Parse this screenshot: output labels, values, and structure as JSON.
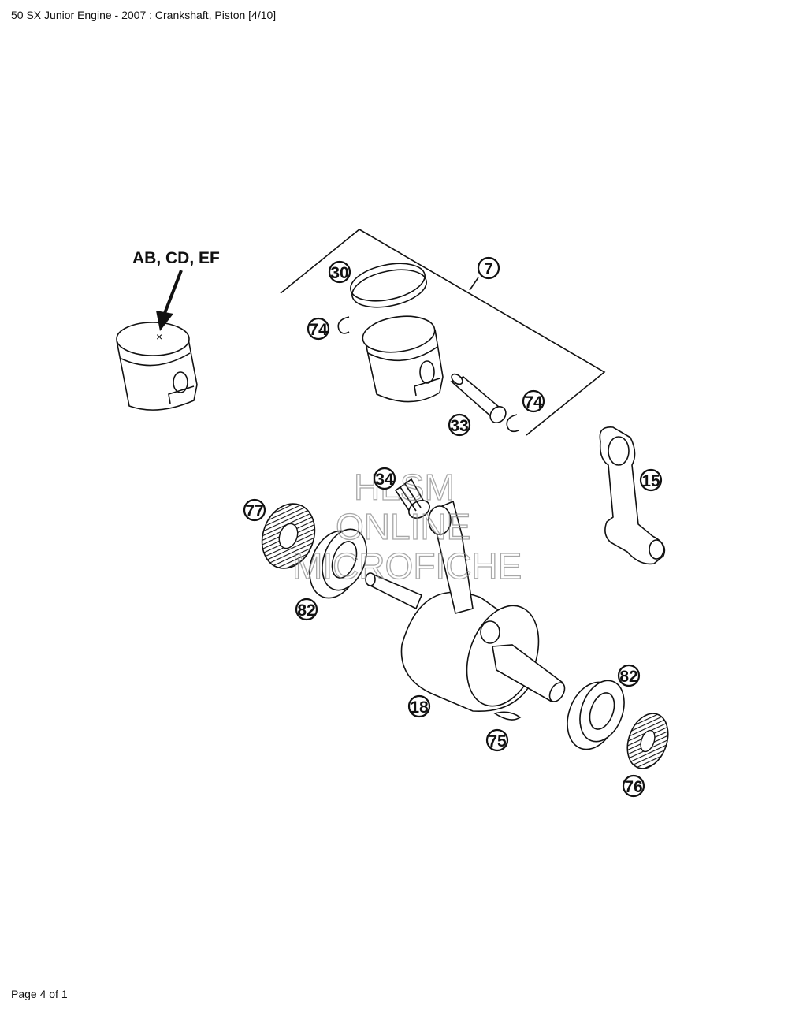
{
  "page": {
    "title": "50 SX Junior Engine - 2007 : Crankshaft, Piston [4/10]",
    "footer": "Page 4 of 1"
  },
  "diagram": {
    "variant_label": "AB, CD, EF",
    "watermark": [
      "HLSM",
      "ONLINE",
      "MICROFICHE"
    ],
    "callouts": [
      {
        "id": "c30",
        "label": "30"
      },
      {
        "id": "c7",
        "label": "7"
      },
      {
        "id": "c74a",
        "label": "74"
      },
      {
        "id": "c74b",
        "label": "74"
      },
      {
        "id": "c33",
        "label": "33"
      },
      {
        "id": "c34",
        "label": "34"
      },
      {
        "id": "c15",
        "label": "15"
      },
      {
        "id": "c77",
        "label": "77"
      },
      {
        "id": "c82a",
        "label": "82"
      },
      {
        "id": "c82b",
        "label": "82"
      },
      {
        "id": "c18",
        "label": "18"
      },
      {
        "id": "c75",
        "label": "75"
      },
      {
        "id": "c76",
        "label": "76"
      }
    ]
  }
}
